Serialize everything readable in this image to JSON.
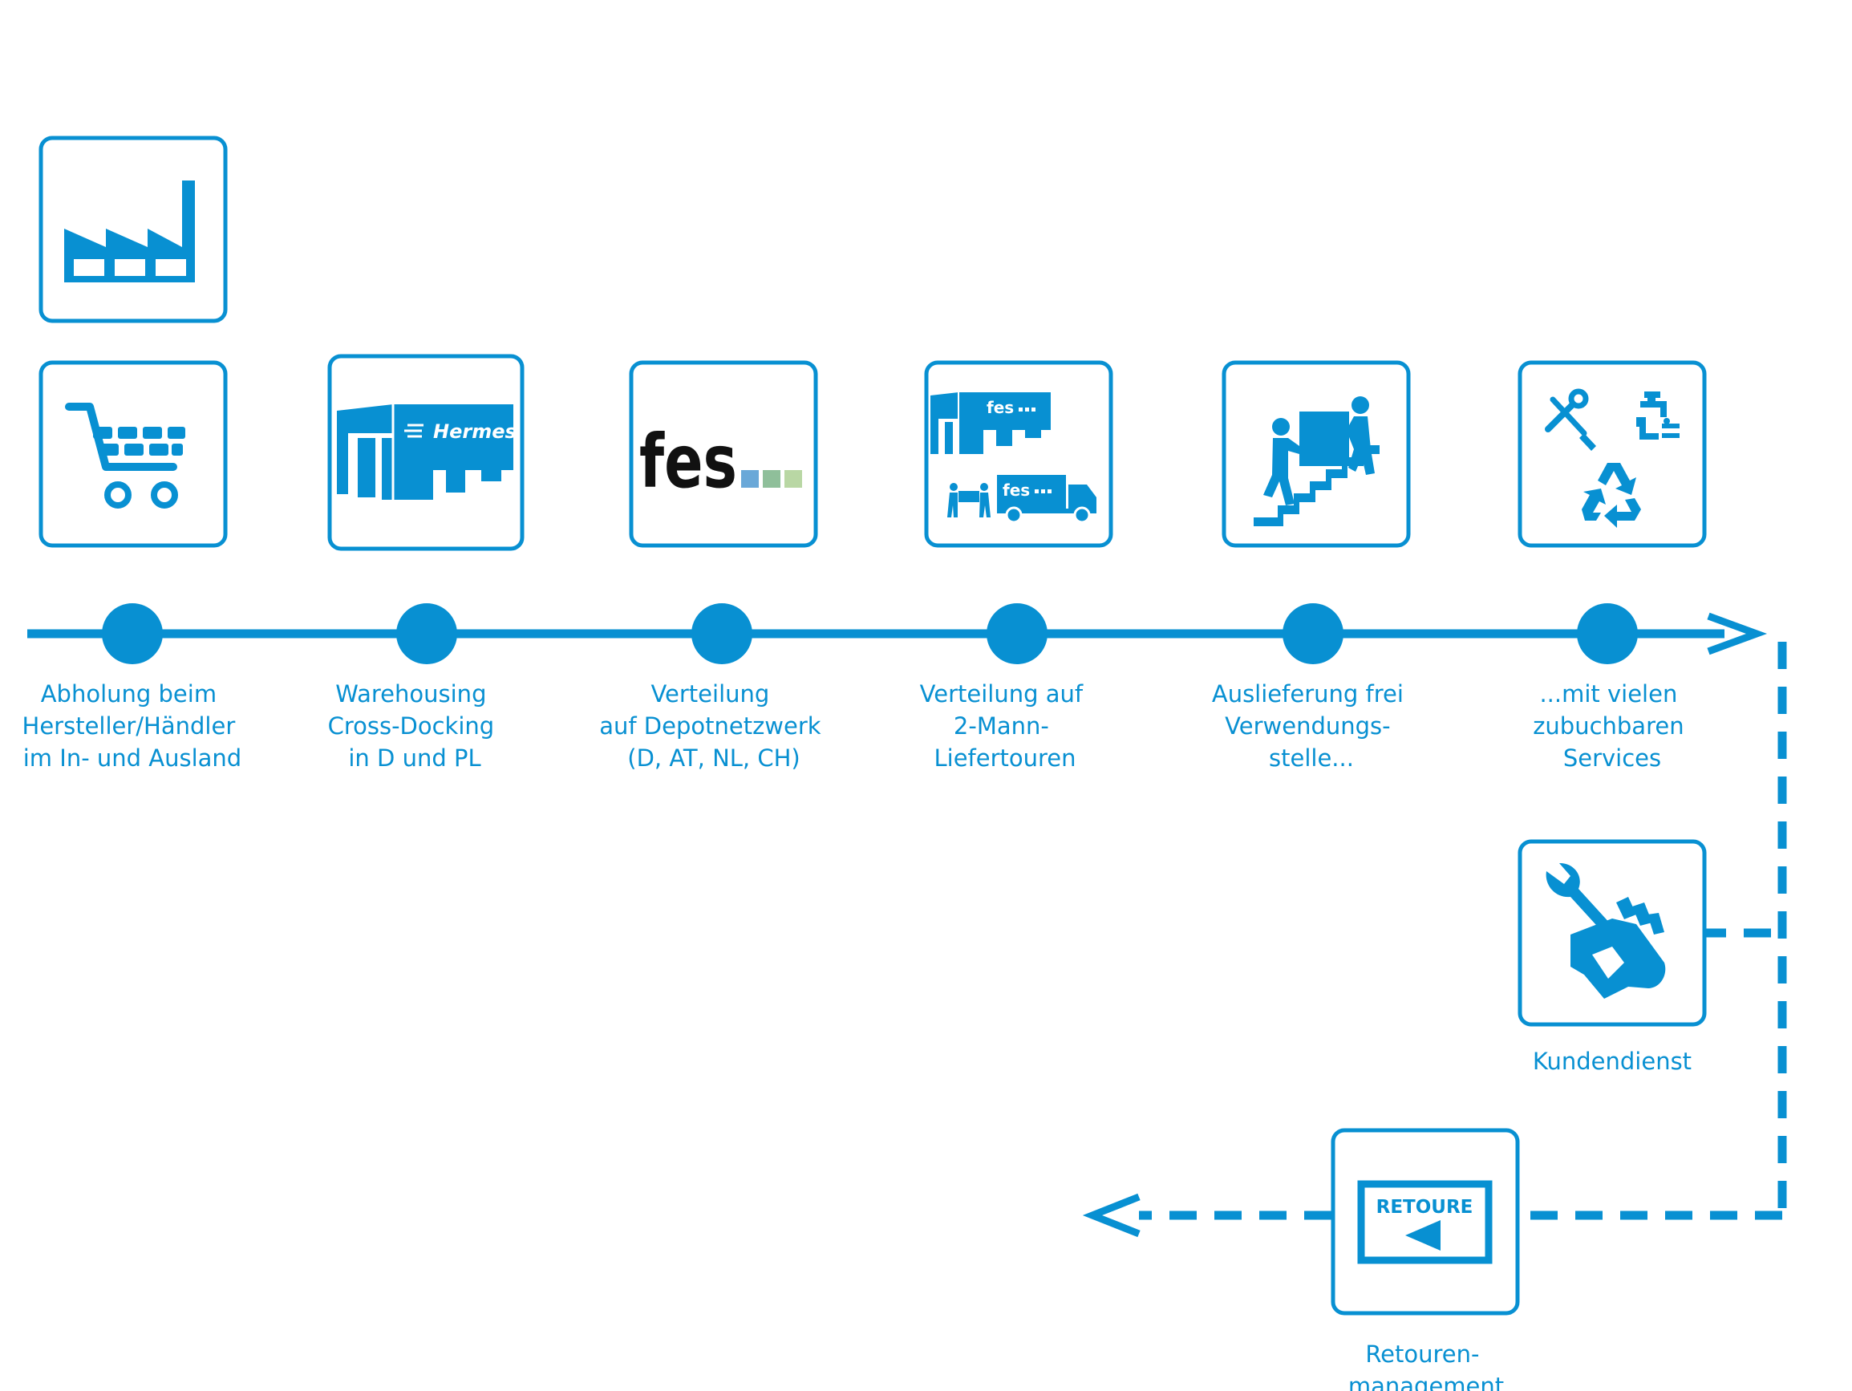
{
  "colors": {
    "accent": "#0890d2",
    "fes_dark": "#111111",
    "fes_sq1": "#6aa8d8",
    "fes_sq2": "#8fbf9a",
    "fes_sq3": "#b9d7a4"
  },
  "steps": [
    {
      "id": "abholung",
      "lines": [
        "Abholung beim",
        "Hersteller/Händler",
        "im In- und Ausland"
      ],
      "icons": [
        "factory-icon",
        "shopping-cart-icon"
      ]
    },
    {
      "id": "warehousing",
      "lines": [
        "Warehousing",
        "Cross-Docking",
        "in D und PL"
      ],
      "icons": [
        "hermes-warehouse-icon"
      ]
    },
    {
      "id": "verteilung-depot",
      "lines": [
        "Verteilung",
        "auf Depotnetzwerk",
        "(D, AT, NL, CH)"
      ],
      "icons": [
        "fes-logo-icon"
      ]
    },
    {
      "id": "verteilung-2mann",
      "lines": [
        "Verteilung auf",
        "2-Mann-",
        "Liefertouren"
      ],
      "icons": [
        "fes-depot-truck-icon"
      ]
    },
    {
      "id": "auslieferung",
      "lines": [
        "Auslieferung frei",
        "Verwendungs-",
        "stelle..."
      ],
      "icons": [
        "carrying-stairs-icon"
      ]
    },
    {
      "id": "services",
      "lines": [
        "...mit vielen",
        "zubuchbaren",
        "Services"
      ],
      "icons": [
        "services-tools-icon"
      ]
    }
  ],
  "branches": [
    {
      "id": "kundendienst",
      "lines": [
        "Kundendienst"
      ],
      "icon": "wrench-hand-icon"
    },
    {
      "id": "retouren",
      "lines": [
        "Retouren-",
        "management"
      ],
      "icon": "retoure-sign-icon"
    }
  ],
  "logos": {
    "hermes": "Hermes",
    "fes": "fes",
    "fes_small": "fes",
    "retoure": "RETOURE"
  }
}
